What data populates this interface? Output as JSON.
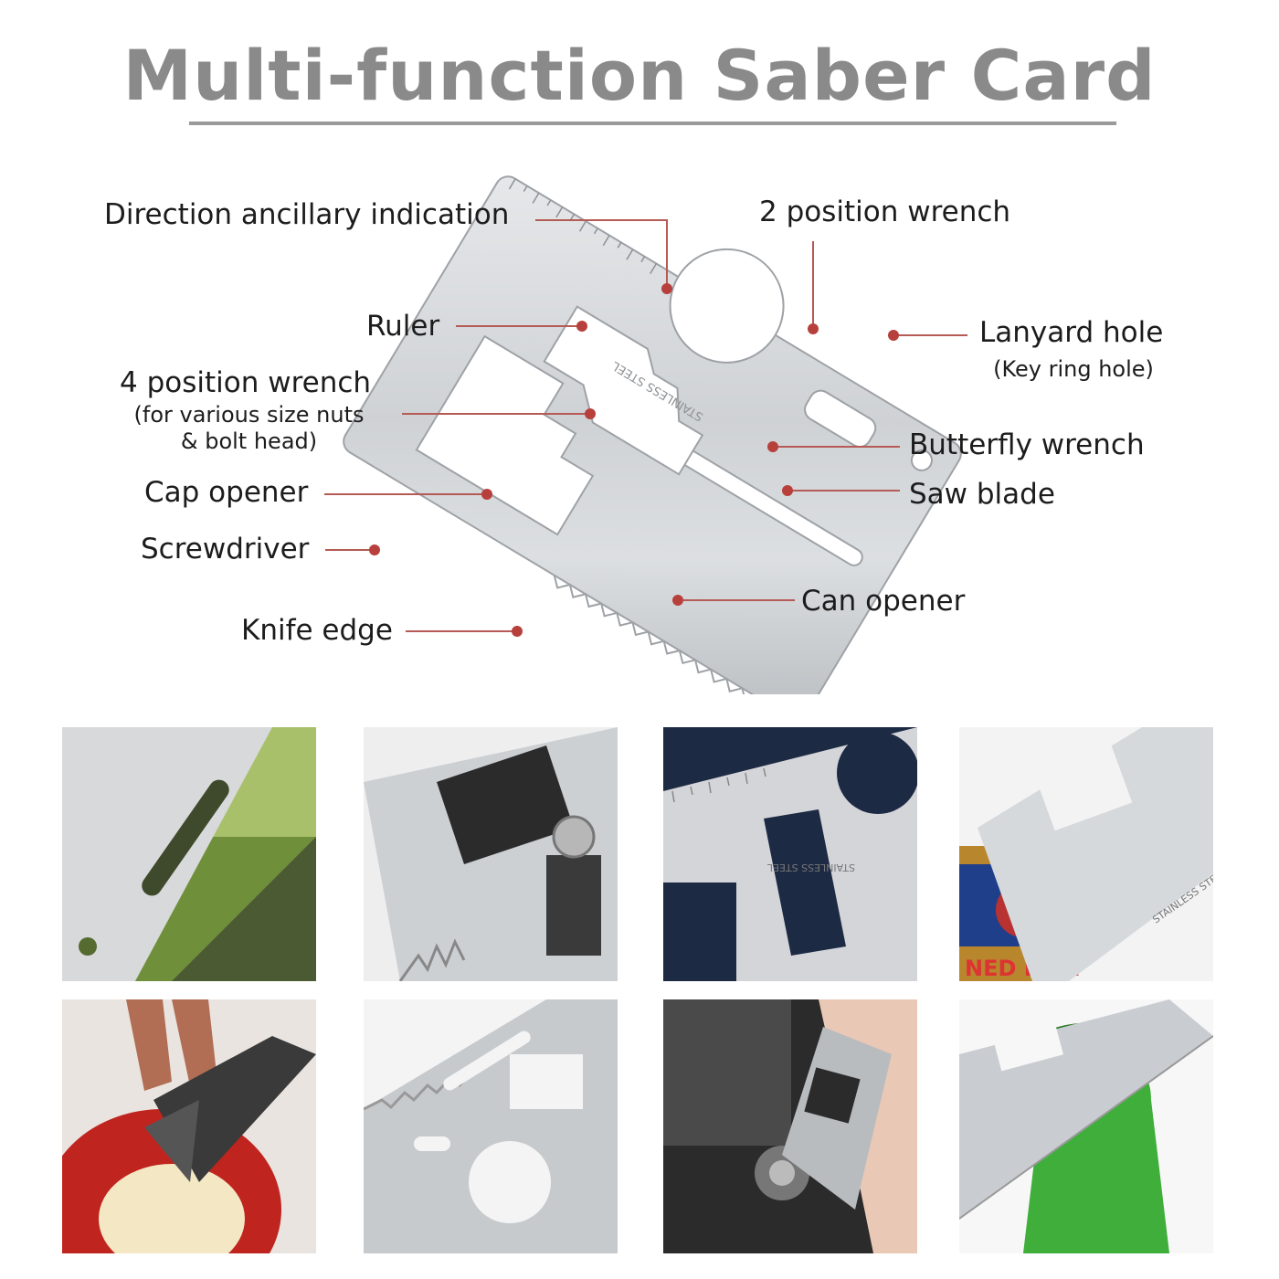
{
  "title": "Multi-function Saber Card",
  "card_engraving": "STAINLESS STEEL",
  "labels": {
    "direction": "Direction ancillary indication",
    "wrench2": "2 position wrench",
    "ruler": "Ruler",
    "lanyard": "Lanyard hole",
    "lanyard_sub": "(Key ring hole)",
    "wrench4": "4 position wrench",
    "wrench4_sub1": "(for various size nuts",
    "wrench4_sub2": "& bolt head)",
    "butterfly": "Butterfly wrench",
    "cap": "Cap opener",
    "saw": "Saw blade",
    "screwdriver": "Screwdriver",
    "can": "Can opener",
    "knife": "Knife edge"
  },
  "photos": {
    "top": [
      {
        "name": "saw-blade-on-branch-photo"
      },
      {
        "name": "wrench-on-bolt-photo"
      },
      {
        "name": "ruler-card-on-phone-photo",
        "engraving": "STAINLESS STEEL"
      },
      {
        "name": "can-opener-on-can-photo",
        "can_text": "NED RICE",
        "engraving": "STAINLESS STEEL"
      }
    ],
    "bottom": [
      {
        "name": "peeling-apple-photo"
      },
      {
        "name": "card-closeup-photo"
      },
      {
        "name": "screwdriver-on-camera-photo"
      },
      {
        "name": "bottle-opener-photo"
      }
    ]
  },
  "colors": {
    "title": "#8a8a8a",
    "leader": "#b55a55",
    "dot": "#b8403c",
    "steel": "#c9ccd0"
  }
}
